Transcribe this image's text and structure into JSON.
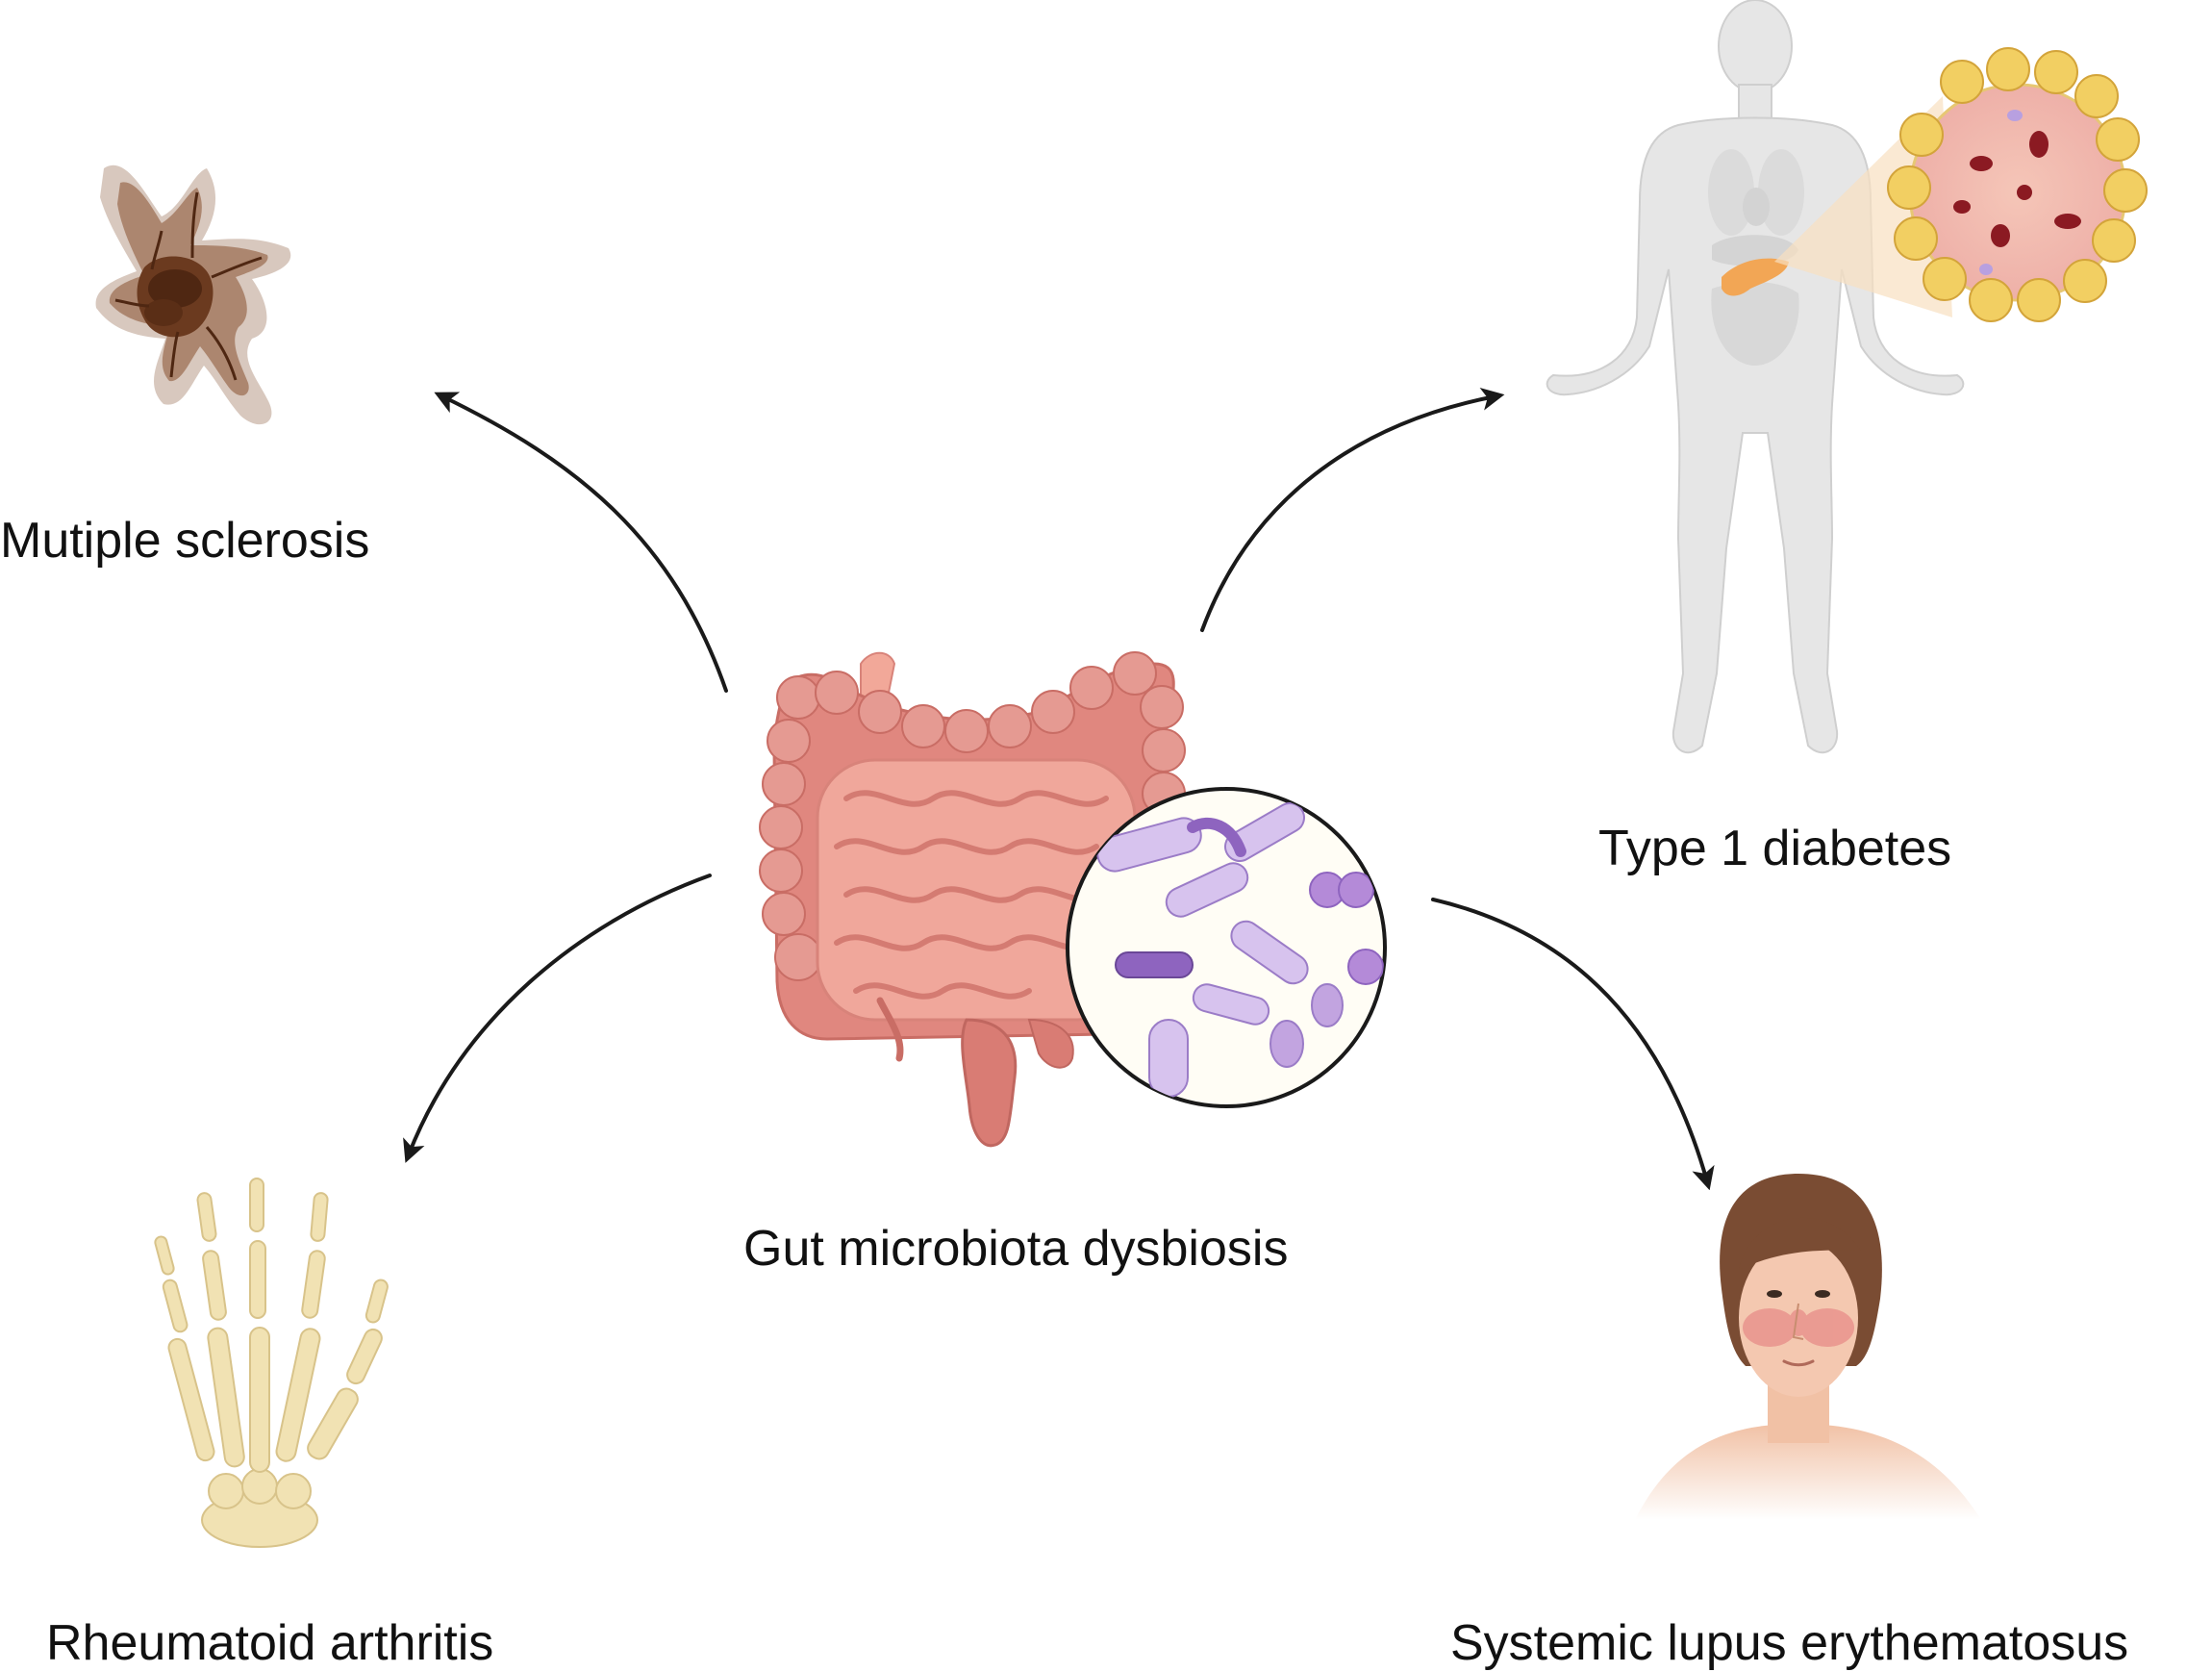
{
  "diagram": {
    "center": {
      "label": "Gut microbiota dysbiosis",
      "icon": "intestine-with-microbiota-icon"
    },
    "outcomes": [
      {
        "id": "ms",
        "label": "Mutiple sclerosis",
        "icon": "neuron-lesion-icon"
      },
      {
        "id": "t1d",
        "label": "Type 1 diabetes",
        "icon": "human-body-pancreas-islet-icon"
      },
      {
        "id": "ra",
        "label": "Rheumatoid arthritis",
        "icon": "hand-skeleton-icon"
      },
      {
        "id": "sle",
        "label": "Systemic lupus erythematosus",
        "icon": "butterfly-rash-face-icon"
      }
    ],
    "colors": {
      "arrow": "#1a1a1a",
      "intestine": "#e8928a",
      "bacteria": "#b89ad6",
      "bone": "#f1e2b3",
      "lesion": "#6b3a1f",
      "body": "#e4e4e4",
      "skin": "#f4c8b0",
      "hair": "#7a4c33",
      "rash": "#d9485c"
    }
  }
}
